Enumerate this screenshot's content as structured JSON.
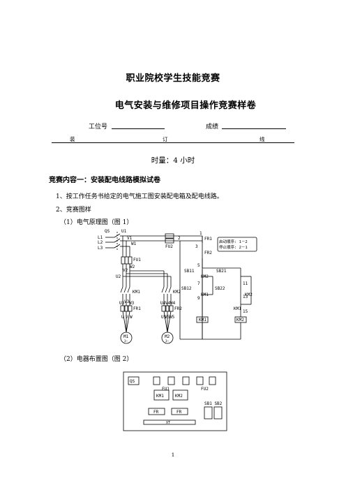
{
  "header": {
    "title": "职业院校学生技能竞赛",
    "subtitle": "电气安装与维修项目操作竞赛样卷"
  },
  "form": {
    "station_label": "工位号",
    "score_label": "成绩"
  },
  "binding": {
    "left": "装",
    "middle": "订",
    "right": "线"
  },
  "time_text": "时量：4 小时",
  "section1": {
    "title": "竞赛内容一：安装配电线路模拟试卷",
    "item1": "1、按工作任务书给定的电气施工图安装配电箱及配电线路。",
    "item2": "2、竞赛图样",
    "fig1_caption": "（1）电气原理图（图 1）",
    "fig2_caption": "（2）电器布置图（图 2）"
  },
  "schematic": {
    "qs": "QS",
    "l1": "L1",
    "l2": "L2",
    "l3": "L3",
    "u1": "U1",
    "v1": "V1",
    "w1": "W1",
    "fu1": "FU1",
    "fu2": "FU2",
    "u2": "U2",
    "v2": "V2",
    "w2": "W2",
    "km1": "KM1",
    "km2": "KM2",
    "fr1": "FR1",
    "fr2": "FR2",
    "u3": "U3",
    "v3": "V3",
    "w3": "W3",
    "u4": "U4",
    "v4": "V4",
    "w4": "W4",
    "u": "U",
    "v": "V",
    "w": "W",
    "u5": "U5",
    "v5": "V5",
    "w5": "W5",
    "m1": "M1",
    "m2": "M2",
    "m3ph": "3~",
    "n1": "1",
    "n2": "2",
    "n3": "3",
    "n5": "5",
    "n7": "7",
    "n9": "9",
    "n11": "11",
    "n13": "13",
    "n15": "15",
    "sb11": "SB11",
    "sb12": "SB12",
    "sb21": "SB21",
    "sb22": "SB22",
    "start_order": "启动顺序: 1－2",
    "stop_order": "停止顺序: 2－1"
  },
  "layout": {
    "qs": "QS",
    "fu1": "FU1",
    "fu2": "FU2",
    "km1": "KM1",
    "km2": "KM2",
    "fr_a": "FR",
    "fr_b": "FR",
    "sb": "SB1 SB2",
    "xt": "XT"
  },
  "page_number": "1"
}
